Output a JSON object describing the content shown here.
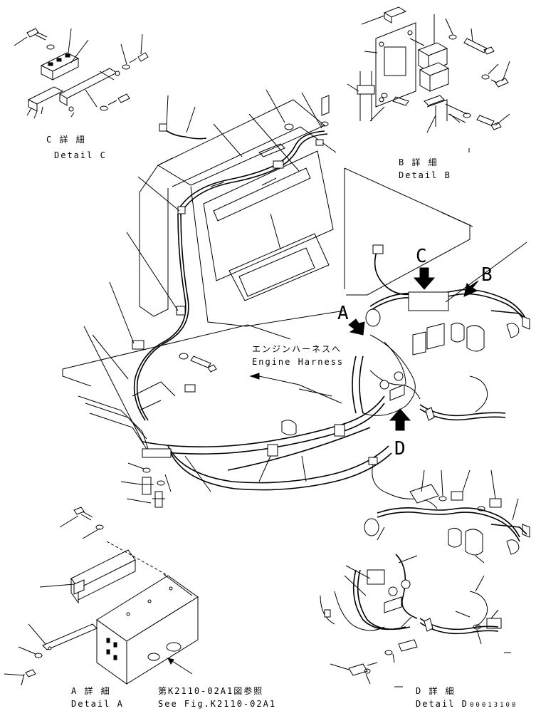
{
  "labels": {
    "detail_c_jp": "C 詳 細",
    "detail_c_en": "Detail C",
    "detail_b_jp": "B 詳 細",
    "detail_b_en": "Detail B",
    "detail_a_jp": "A 詳 細",
    "detail_a_en": "Detail A",
    "detail_d_jp": "D 詳 細",
    "detail_d_en": "Detail D",
    "engine_harness_jp": "エンジンハーネスへ",
    "engine_harness_en": "Engine Harness",
    "see_fig_jp": "第K2110-02A1図参照",
    "see_fig_en": "See Fig.K2110-02A1",
    "part_number": "00013100"
  },
  "callouts": {
    "a": "A",
    "b": "B",
    "c": "C",
    "d": "D"
  }
}
